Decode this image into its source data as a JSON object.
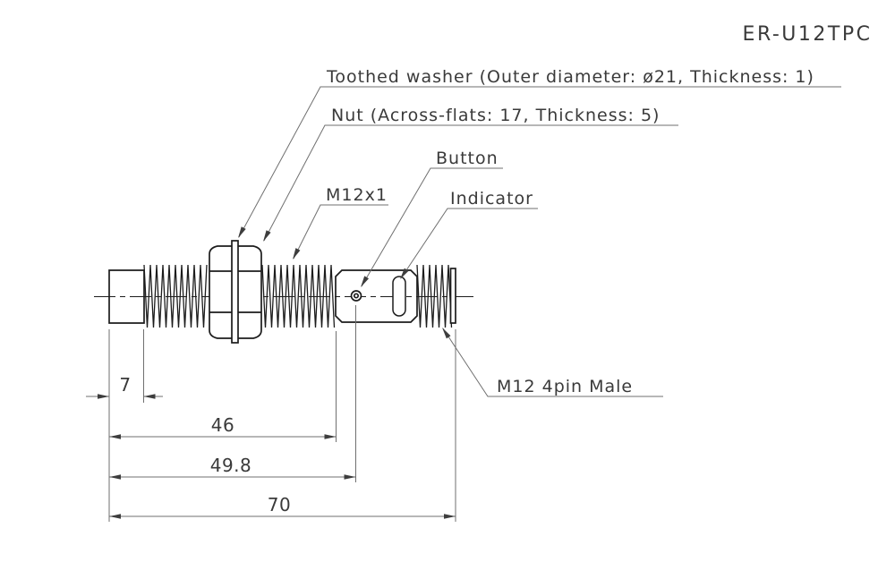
{
  "part_number": "ER-U12TPC",
  "callouts": {
    "toothed_washer": "Toothed washer (Outer diameter: ø21, Thickness: 1)",
    "nut": "Nut (Across-flats: 17, Thickness: 5)",
    "button": "Button",
    "indicator": "Indicator",
    "thread_spec": "M12x1",
    "connector": "M12 4pin Male"
  },
  "dimensions": {
    "sensing_face_length": "7",
    "thread_length": "46",
    "button_position": "49.8",
    "total_length": "70"
  },
  "colors": {
    "background": "#ffffff",
    "body_line": "#1c1c1c",
    "dim_line": "#6f6f6f",
    "arrow_fill": "#3d3d3d",
    "text": "#3a3a3a"
  }
}
